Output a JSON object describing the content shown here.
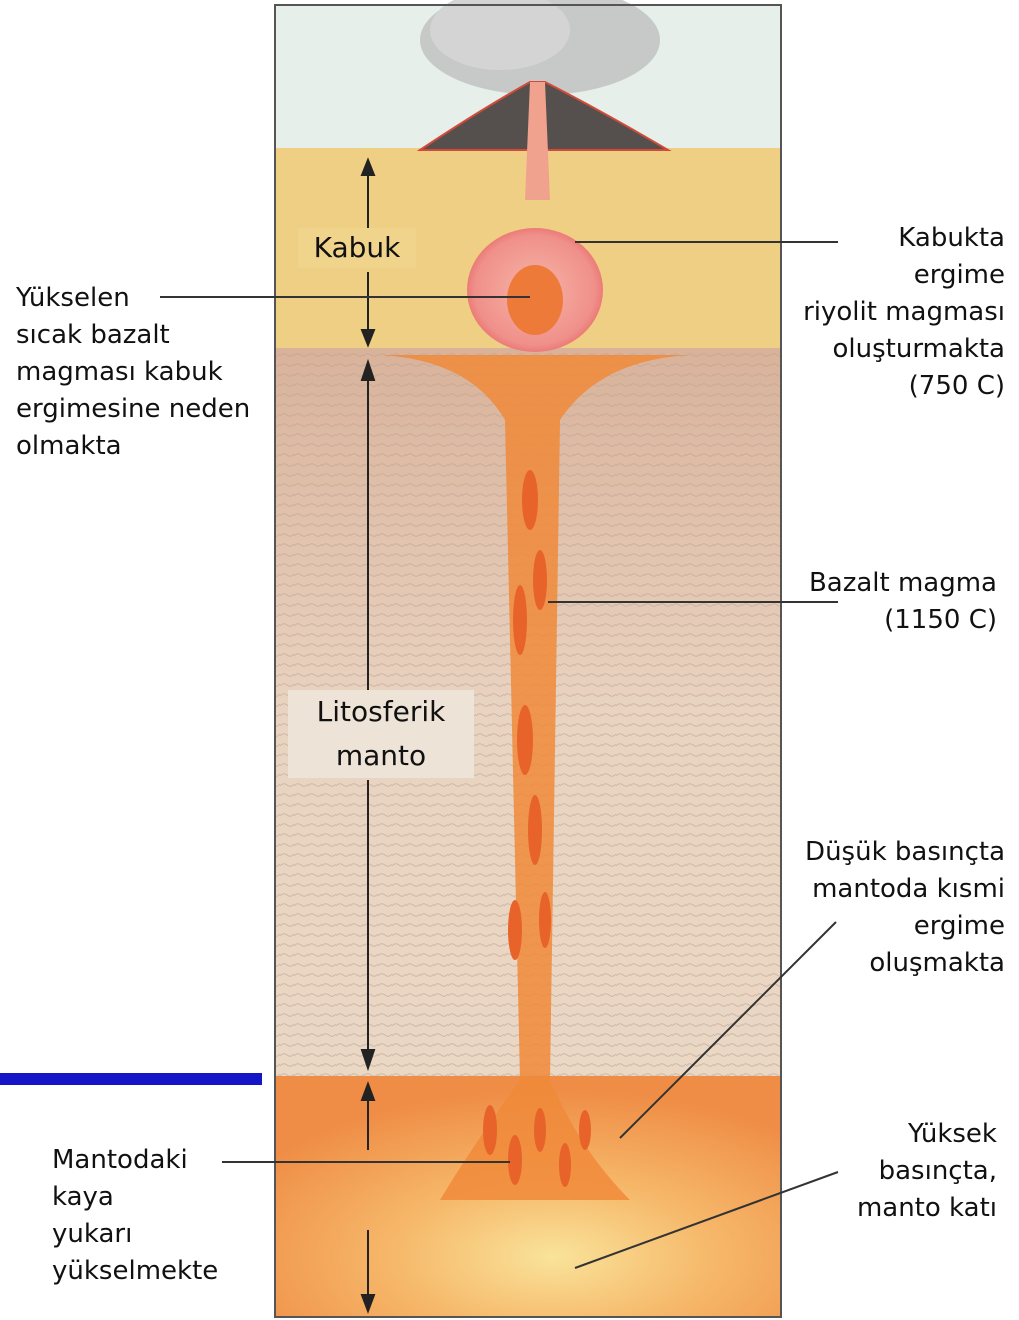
{
  "layers": {
    "crust": "Kabuk",
    "lithospheric_mantle": [
      "Litosferik",
      "manto"
    ]
  },
  "labels": {
    "rising_basalt": [
      "Yükselen",
      "sıcak bazalt",
      "magması kabuk",
      "ergimesine neden",
      "olmakta"
    ],
    "crust_melting": [
      "Kabukta",
      "ergime",
      "riyolit magması",
      "oluşturmakta",
      "(750 C)"
    ],
    "basalt_magma": [
      "Bazalt magma",
      "(1150 C)"
    ],
    "partial_melting": [
      "Düşük basınçta",
      "mantoda kısmi",
      "ergime",
      "oluşmakta"
    ],
    "mantle_rock_rising": [
      "Mantodaki",
      "kaya",
      "yukarı",
      "yükselmekte"
    ],
    "high_pressure_solid": [
      "Yüksek",
      "basınçta,",
      "manto katı"
    ]
  },
  "colors": {
    "sky": "#e7f0ec",
    "crust": "#efcf84",
    "lithosphere": "#e3c7b0",
    "asthenosphere": "#f4a35a",
    "magma": "#f07a2e",
    "rhyolite": "#f2a09a",
    "accent_bar": "#1515c8"
  }
}
